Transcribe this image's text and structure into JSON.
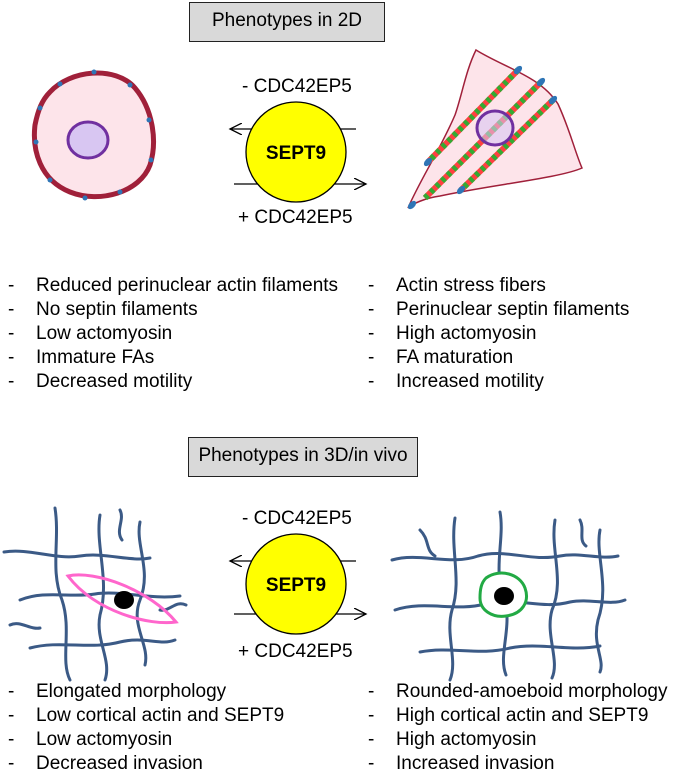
{
  "panel_2d": {
    "title": "Phenotypes in 2D",
    "center_label": "SEPT9",
    "minus_label": "- CDC42EP5",
    "plus_label": "+ CDC42EP5",
    "left_list": [
      "Reduced perinuclear actin filaments",
      "No septin filaments",
      "Low actomyosin",
      "Immature FAs",
      "Decreased motility"
    ],
    "right_list": [
      "Actin stress fibers",
      "Perinuclear septin filaments",
      "High actomyosin",
      "FA maturation",
      "Increased motility"
    ]
  },
  "panel_3d": {
    "title": "Phenotypes in 3D/in vivo",
    "center_label": "SEPT9",
    "minus_label": "- CDC42EP5",
    "plus_label": "+ CDC42EP5",
    "left_list": [
      "Elongated morphology",
      "Low cortical actin and SEPT9",
      "Low actomyosin",
      "Decreased invasion"
    ],
    "right_list": [
      "Rounded-amoeboid morphology",
      "High cortical actin and SEPT9",
      "High actomyosin",
      "Increased invasion"
    ]
  },
  "colors": {
    "title_fill": "#d9d9d9",
    "sept9_fill": "#ffff00",
    "cell_fill": "#fde4ea",
    "cortex": "#a0203a",
    "nucleus_fill": "#d8c6f2",
    "nucleus_edge": "#7030a0",
    "septin_dots": "#2e75b6",
    "stress_fiber": "#ff4040",
    "fiber_dash": "#33aa33",
    "matrix": "#3b5a86",
    "elongated_cell": "#ff66cc",
    "rounded_cell": "#22aa44"
  }
}
